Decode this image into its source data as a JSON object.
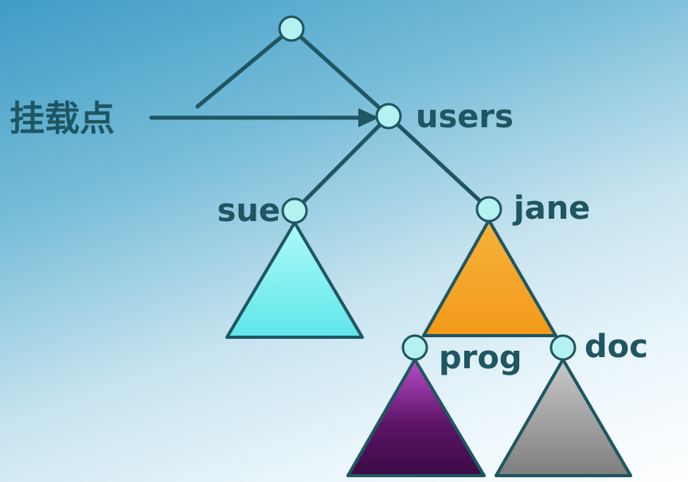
{
  "labels": {
    "mount_point": "挂载点",
    "users": "users",
    "sue": "sue",
    "jane": "jane",
    "prog": "prog",
    "doc": "doc"
  },
  "colors": {
    "line": "#1f5662",
    "node_fill": "#b4f1f1",
    "sue_subtree": "#6ef0f0",
    "jane_subtree": "#f5a623",
    "prog_subtree": "#6b1a6b",
    "doc_subtree": "#8e8e8e"
  }
}
